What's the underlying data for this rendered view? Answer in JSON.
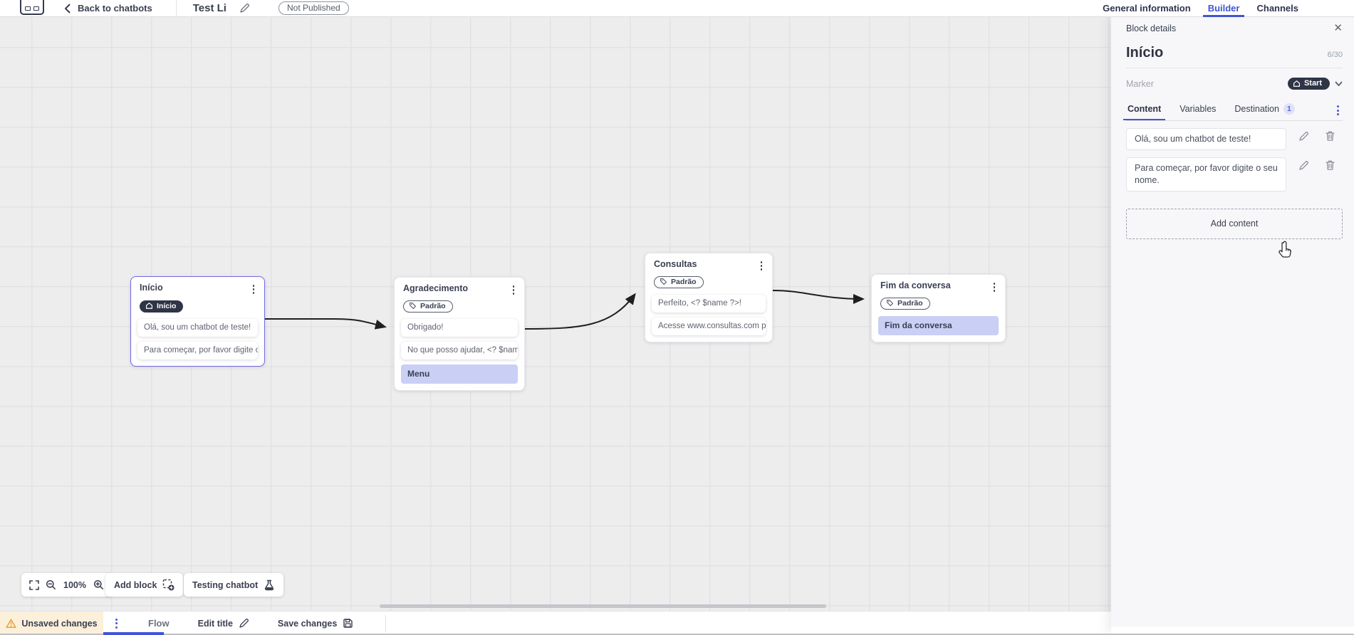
{
  "topbar": {
    "back_label": "Back to chatbots",
    "title": "Test Li",
    "status_badge": "Not Published",
    "tabs": [
      {
        "label": "General information",
        "active": false
      },
      {
        "label": "Builder",
        "active": true
      },
      {
        "label": "Channels",
        "active": false
      }
    ]
  },
  "panel": {
    "header": "Block details",
    "close_icon": "✕",
    "block_title": "Início",
    "char_counter": "6/30",
    "marker_label": "Marker",
    "marker_value": "Start",
    "tabs": [
      {
        "label": "Content",
        "active": true
      },
      {
        "label": "Variables",
        "active": false
      },
      {
        "label": "Destination",
        "active": false,
        "badge": "1"
      }
    ],
    "contents": [
      {
        "text": "Olá, sou um chatbot de teste!"
      },
      {
        "text": "Para começar, por favor digite o seu nome."
      }
    ],
    "add_content_label": "Add content"
  },
  "canvas": {
    "zoom_level": "100%",
    "add_block_label": "Add block",
    "testing_label": "Testing chatbot",
    "nodes": [
      {
        "title": "Início",
        "selected": true,
        "badge": "Início",
        "items": [
          {
            "type": "message",
            "text": "Olá, sou um chatbot de teste!"
          },
          {
            "type": "message",
            "text": "Para começar, por favor digite o ..."
          }
        ]
      },
      {
        "title": "Agradecimento",
        "tag": "Padrão",
        "items": [
          {
            "type": "message",
            "text": "Obrigado!"
          },
          {
            "type": "message",
            "text": "No que posso ajudar, <? $name ..."
          },
          {
            "type": "highlight",
            "text": "Menu"
          }
        ]
      },
      {
        "title": "Consultas",
        "tag": "Padrão",
        "items": [
          {
            "type": "message",
            "text": "Perfeito, <? $name ?>!"
          },
          {
            "type": "message",
            "text": "Acesse www.consultas.com par..."
          }
        ]
      },
      {
        "title": "Fim da conversa",
        "tag": "Padrão",
        "items": [
          {
            "type": "highlight",
            "text": "Fim da conversa"
          }
        ]
      }
    ]
  },
  "bottombar": {
    "unsaved_label": "Unsaved changes",
    "flow_label": "Flow",
    "edit_title_label": "Edit title",
    "save_label": "Save changes"
  },
  "colors": {
    "accent": "#3f56d4",
    "selected_node_border": "#7168e0",
    "dark_badge": "#2f3547",
    "highlight_block": "#c9cff5",
    "warning": "#e6a23c",
    "unsaved_bg": "#fcf0da"
  }
}
